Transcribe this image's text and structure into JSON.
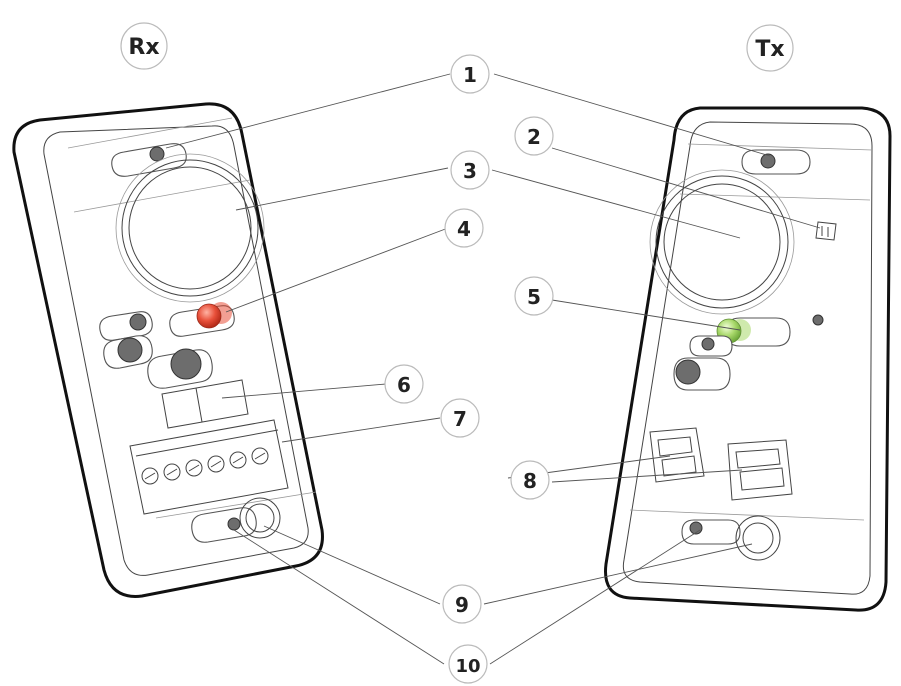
{
  "devices": {
    "receiver_label": "Rx",
    "transmitter_label": "Tx"
  },
  "callouts": [
    "1",
    "2",
    "3",
    "4",
    "5",
    "6",
    "7",
    "8",
    "9",
    "10"
  ],
  "colors": {
    "rx_led": "#e8503a",
    "tx_led": "#a8d86a",
    "outline": "#111111",
    "callout_ring": "#bbbbbb"
  }
}
